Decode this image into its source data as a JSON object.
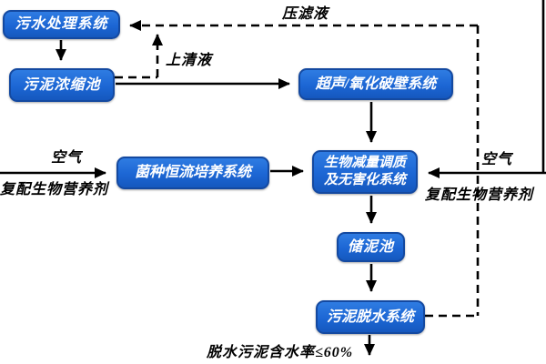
{
  "diagram": {
    "type": "flowchart",
    "boxes": [
      {
        "id": "wastewater",
        "label": "污水处理系统"
      },
      {
        "id": "thickener",
        "label": "污泥浓缩池"
      },
      {
        "id": "ultrasonic",
        "label": "超声/氧化破壁系统"
      },
      {
        "id": "culture",
        "label": "菌种恒流培养系统"
      },
      {
        "id": "bio",
        "label_line1": "生物减量调质",
        "label_line2": "及无害化系统"
      },
      {
        "id": "storage",
        "label": "储泥池"
      },
      {
        "id": "dewater",
        "label": "污泥脱水系统"
      }
    ],
    "labels": {
      "filtrate": "压滤液",
      "supernatant": "上清液",
      "air_left": "空气",
      "nutrient_left": "复配生物营养剂",
      "air_right": "空气",
      "nutrient_right": "复配生物营养剂",
      "output": "脱水污泥含水率≤60%"
    },
    "flows": [
      "污水处理系统 → 污泥浓缩池",
      "污泥浓缩池 → 超声/氧化破壁系统",
      "污泥浓缩池 --上清液--> 污水处理系统 (dashed)",
      "超声/氧化破壁系统 → 生物减量调质及无害化系统",
      "空气+复配生物营养剂 → 菌种恒流培养系统 (left input)",
      "菌种恒流培养系统 → 生物减量调质及无害化系统",
      "空气+复配生物营养剂 → 生物减量调质及无害化系统 (right input)",
      "生物减量调质及无害化系统 → 储泥池",
      "储泥池 → 污泥脱水系统",
      "污泥脱水系统 --压滤液--> 污水处理系统 (dashed)",
      "污泥脱水系统 → 脱水污泥含水率≤60%"
    ],
    "colors": {
      "box_fill": "#1c66d4",
      "box_fill_top": "#2f7ce2",
      "box_border": "#1449a0",
      "box_text": "#ffffff",
      "line": "#000000",
      "background": "#ffffff"
    }
  }
}
